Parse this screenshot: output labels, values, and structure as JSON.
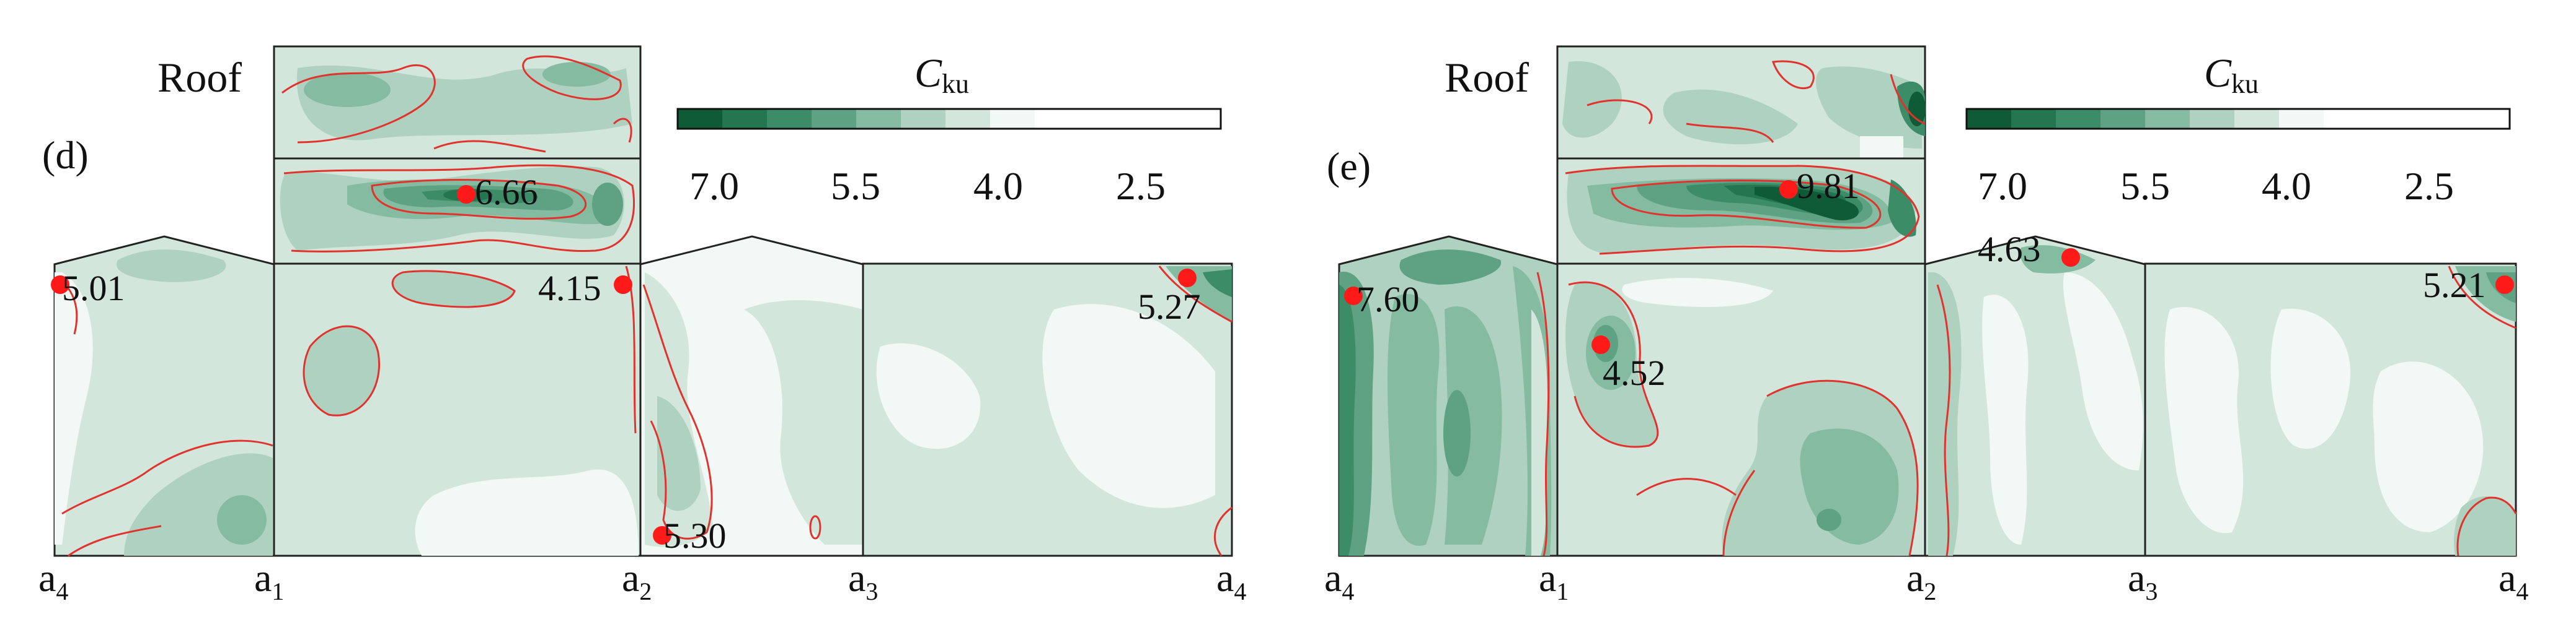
{
  "colors": {
    "scale": [
      "#0f5a37",
      "#237650",
      "#3d8c68",
      "#5ea283",
      "#85bba1",
      "#aed1c0",
      "#d3e6dc",
      "#f2f8f5"
    ],
    "contour": "#e2322d",
    "marker": "#ff1a1a"
  },
  "panels": [
    {
      "id": "d",
      "label": "(d)",
      "roof_label": "Roof",
      "colorbar": {
        "title": "C",
        "title_sub": "ku",
        "ticks": [
          "7.0",
          "5.5",
          "4.0",
          "2.5"
        ]
      },
      "axis_labels": [
        {
          "base": "a",
          "sub": "4"
        },
        {
          "base": "a",
          "sub": "1"
        },
        {
          "base": "a",
          "sub": "2"
        },
        {
          "base": "a",
          "sub": "3"
        },
        {
          "base": "a",
          "sub": "4"
        }
      ],
      "peaks": [
        {
          "label": "6.66",
          "face": "roof"
        },
        {
          "label": "5.01",
          "face": "a4-a1"
        },
        {
          "label": "4.15",
          "face": "a1-a2"
        },
        {
          "label": "5.30",
          "face": "a2-a3"
        },
        {
          "label": "5.27",
          "face": "a3-a4"
        }
      ]
    },
    {
      "id": "e",
      "label": "(e)",
      "roof_label": "Roof",
      "colorbar": {
        "title": "C",
        "title_sub": "ku",
        "ticks": [
          "7.0",
          "5.5",
          "4.0",
          "2.5"
        ]
      },
      "axis_labels": [
        {
          "base": "a",
          "sub": "4"
        },
        {
          "base": "a",
          "sub": "1"
        },
        {
          "base": "a",
          "sub": "2"
        },
        {
          "base": "a",
          "sub": "3"
        },
        {
          "base": "a",
          "sub": "4"
        }
      ],
      "peaks": [
        {
          "label": "9.81",
          "face": "roof"
        },
        {
          "label": "7.60",
          "face": "a4-a1"
        },
        {
          "label": "4.52",
          "face": "a1-a2"
        },
        {
          "label": "4.63",
          "face": "a2-a3"
        },
        {
          "label": "5.21",
          "face": "a3-a4"
        }
      ]
    }
  ]
}
